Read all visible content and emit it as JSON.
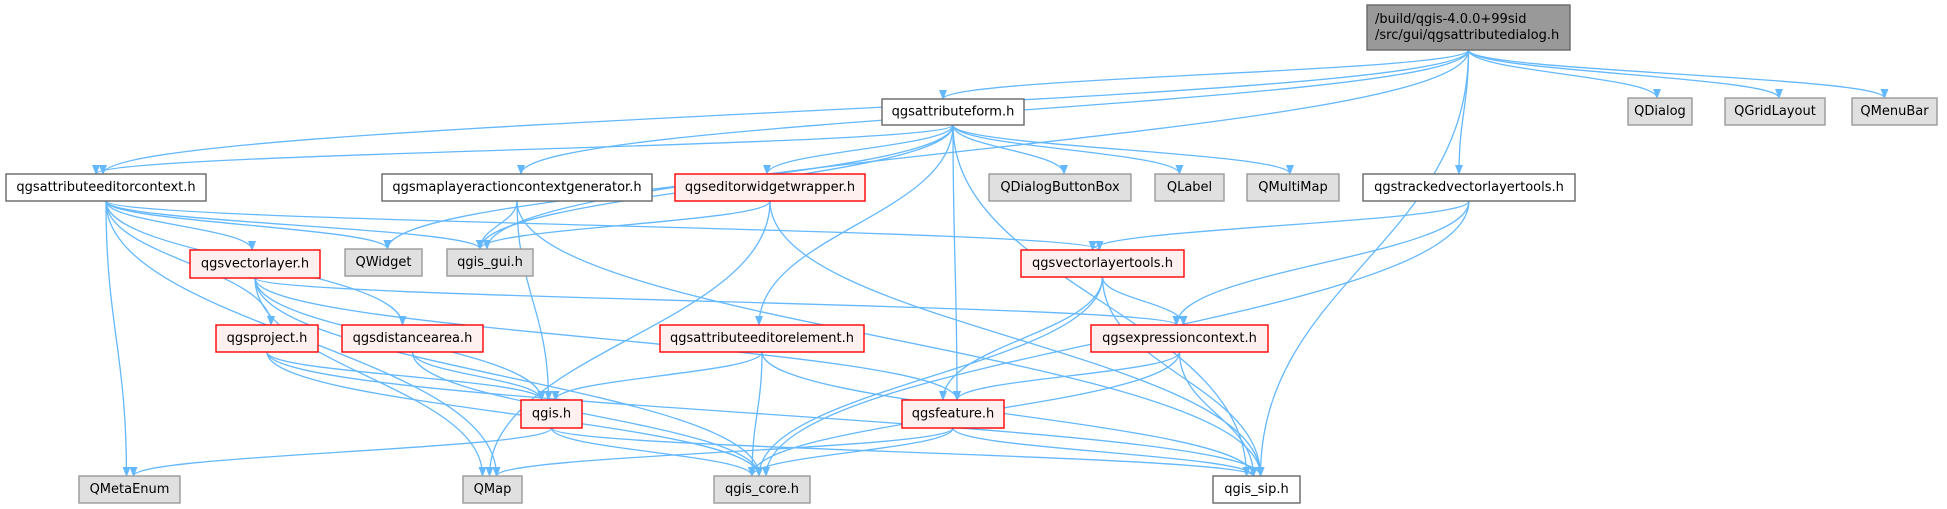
{
  "diagram": {
    "type": "include-dependency-graph",
    "edge_color": "#63b8ff",
    "styles": {
      "root": {
        "fill": "#999999",
        "stroke": "#666666"
      },
      "documented": {
        "fill": "#ffffff",
        "stroke": "#666666"
      },
      "red": {
        "fill": "#fff0f0",
        "stroke": "#ff0000"
      },
      "external": {
        "fill": "#e0e0e0",
        "stroke": "#999999"
      }
    },
    "nodes": [
      {
        "id": "root",
        "lines": [
          "/build/qgis-4.0.0+99sid",
          "/src/gui/qgsattributedialog.h"
        ],
        "style": "root"
      },
      {
        "id": "qgsattributeform",
        "lines": [
          "qgsattributeform.h"
        ],
        "style": "documented"
      },
      {
        "id": "QDialog",
        "lines": [
          "QDialog"
        ],
        "style": "external"
      },
      {
        "id": "QGridLayout",
        "lines": [
          "QGridLayout"
        ],
        "style": "external"
      },
      {
        "id": "QMenuBar",
        "lines": [
          "QMenuBar"
        ],
        "style": "external"
      },
      {
        "id": "qgsattributeeditorcontext",
        "lines": [
          "qgsattributeeditorcontext.h"
        ],
        "style": "documented"
      },
      {
        "id": "qgsmaplayeractioncontextgenerator",
        "lines": [
          "qgsmaplayeractioncontextgenerator.h"
        ],
        "style": "documented"
      },
      {
        "id": "qgseditorwidgetwrapper",
        "lines": [
          "qgseditorwidgetwrapper.h"
        ],
        "style": "red"
      },
      {
        "id": "QDialogButtonBox",
        "lines": [
          "QDialogButtonBox"
        ],
        "style": "external"
      },
      {
        "id": "QLabel",
        "lines": [
          "QLabel"
        ],
        "style": "external"
      },
      {
        "id": "QMultiMap",
        "lines": [
          "QMultiMap"
        ],
        "style": "external"
      },
      {
        "id": "qgstrackedvectorlayertools",
        "lines": [
          "qgstrackedvectorlayertools.h"
        ],
        "style": "documented"
      },
      {
        "id": "qgsvectorlayer",
        "lines": [
          "qgsvectorlayer.h"
        ],
        "style": "red"
      },
      {
        "id": "QWidget",
        "lines": [
          "QWidget"
        ],
        "style": "external"
      },
      {
        "id": "qgis_gui",
        "lines": [
          "qgis_gui.h"
        ],
        "style": "external"
      },
      {
        "id": "qgsvectorlayertools",
        "lines": [
          "qgsvectorlayertools.h"
        ],
        "style": "red"
      },
      {
        "id": "qgsproject",
        "lines": [
          "qgsproject.h"
        ],
        "style": "red"
      },
      {
        "id": "qgsdistancearea",
        "lines": [
          "qgsdistancearea.h"
        ],
        "style": "red"
      },
      {
        "id": "qgsattributeeditorelement",
        "lines": [
          "qgsattributeeditorelement.h"
        ],
        "style": "red"
      },
      {
        "id": "qgsexpressioncontext",
        "lines": [
          "qgsexpressioncontext.h"
        ],
        "style": "red"
      },
      {
        "id": "qgis",
        "lines": [
          "qgis.h"
        ],
        "style": "red"
      },
      {
        "id": "qgsfeature",
        "lines": [
          "qgsfeature.h"
        ],
        "style": "red"
      },
      {
        "id": "QMetaEnum",
        "lines": [
          "QMetaEnum"
        ],
        "style": "external"
      },
      {
        "id": "QMap",
        "lines": [
          "QMap"
        ],
        "style": "external"
      },
      {
        "id": "qgis_core",
        "lines": [
          "qgis_core.h"
        ],
        "style": "external"
      },
      {
        "id": "qgis_sip",
        "lines": [
          "qgis_sip.h"
        ],
        "style": "documented"
      }
    ],
    "edges": [
      [
        "root",
        "qgsattributeform"
      ],
      [
        "root",
        "QDialog"
      ],
      [
        "root",
        "QGridLayout"
      ],
      [
        "root",
        "QMenuBar"
      ],
      [
        "root",
        "qgsattributeeditorcontext"
      ],
      [
        "root",
        "qgsmaplayeractioncontextgenerator"
      ],
      [
        "root",
        "qgstrackedvectorlayertools"
      ],
      [
        "root",
        "qgis_gui"
      ],
      [
        "root",
        "qgis_sip"
      ],
      [
        "qgsattributeform",
        "qgsattributeeditorcontext"
      ],
      [
        "qgsattributeform",
        "qgseditorwidgetwrapper"
      ],
      [
        "qgsattributeform",
        "QDialogButtonBox"
      ],
      [
        "qgsattributeform",
        "QLabel"
      ],
      [
        "qgsattributeform",
        "QMultiMap"
      ],
      [
        "qgsattributeform",
        "QWidget"
      ],
      [
        "qgsattributeform",
        "qgis_gui"
      ],
      [
        "qgsattributeform",
        "qgsattributeeditorelement"
      ],
      [
        "qgsattributeform",
        "qgsfeature"
      ],
      [
        "qgsattributeform",
        "qgis_sip"
      ],
      [
        "qgsattributeeditorcontext",
        "qgsvectorlayer"
      ],
      [
        "qgsattributeeditorcontext",
        "QWidget"
      ],
      [
        "qgsattributeeditorcontext",
        "qgis_gui"
      ],
      [
        "qgsattributeeditorcontext",
        "qgsvectorlayertools"
      ],
      [
        "qgsattributeeditorcontext",
        "qgsproject"
      ],
      [
        "qgsattributeeditorcontext",
        "qgsdistancearea"
      ],
      [
        "qgsattributeeditorcontext",
        "QMetaEnum"
      ],
      [
        "qgsattributeeditorcontext",
        "QMap"
      ],
      [
        "qgsmaplayeractioncontextgenerator",
        "qgis_gui"
      ],
      [
        "qgsmaplayeractioncontextgenerator",
        "qgis"
      ],
      [
        "qgsmaplayeractioncontextgenerator",
        "qgis_sip"
      ],
      [
        "qgseditorwidgetwrapper",
        "qgis_gui"
      ],
      [
        "qgseditorwidgetwrapper",
        "QMap"
      ],
      [
        "qgseditorwidgetwrapper",
        "qgis_sip"
      ],
      [
        "qgstrackedvectorlayertools",
        "qgsvectorlayertools"
      ],
      [
        "qgstrackedvectorlayertools",
        "qgsexpressioncontext"
      ],
      [
        "qgstrackedvectorlayertools",
        "qgis_core"
      ],
      [
        "qgsvectorlayer",
        "qgis"
      ],
      [
        "qgsvectorlayer",
        "qgsexpressioncontext"
      ],
      [
        "qgsvectorlayer",
        "qgsfeature"
      ],
      [
        "qgsvectorlayer",
        "QMap"
      ],
      [
        "qgsvectorlayer",
        "qgis_core"
      ],
      [
        "qgsvectorlayertools",
        "qgsexpressioncontext"
      ],
      [
        "qgsvectorlayertools",
        "qgsfeature"
      ],
      [
        "qgsvectorlayertools",
        "qgis_core"
      ],
      [
        "qgsvectorlayertools",
        "qgis_sip"
      ],
      [
        "qgsproject",
        "qgis"
      ],
      [
        "qgsproject",
        "qgis_core"
      ],
      [
        "qgsproject",
        "qgis_sip"
      ],
      [
        "qgsdistancearea",
        "qgis"
      ],
      [
        "qgsdistancearea",
        "qgis_core"
      ],
      [
        "qgsattributeeditorelement",
        "qgis"
      ],
      [
        "qgsattributeeditorelement",
        "qgis_core"
      ],
      [
        "qgsattributeeditorelement",
        "qgis_sip"
      ],
      [
        "qgsexpressioncontext",
        "qgsfeature"
      ],
      [
        "qgsexpressioncontext",
        "qgis_core"
      ],
      [
        "qgsexpressioncontext",
        "qgis_sip"
      ],
      [
        "qgis",
        "QMetaEnum"
      ],
      [
        "qgis",
        "qgis_core"
      ],
      [
        "qgis",
        "qgis_sip"
      ],
      [
        "qgsfeature",
        "QMap"
      ],
      [
        "qgsfeature",
        "qgis_core"
      ],
      [
        "qgsfeature",
        "qgis_sip"
      ]
    ]
  }
}
